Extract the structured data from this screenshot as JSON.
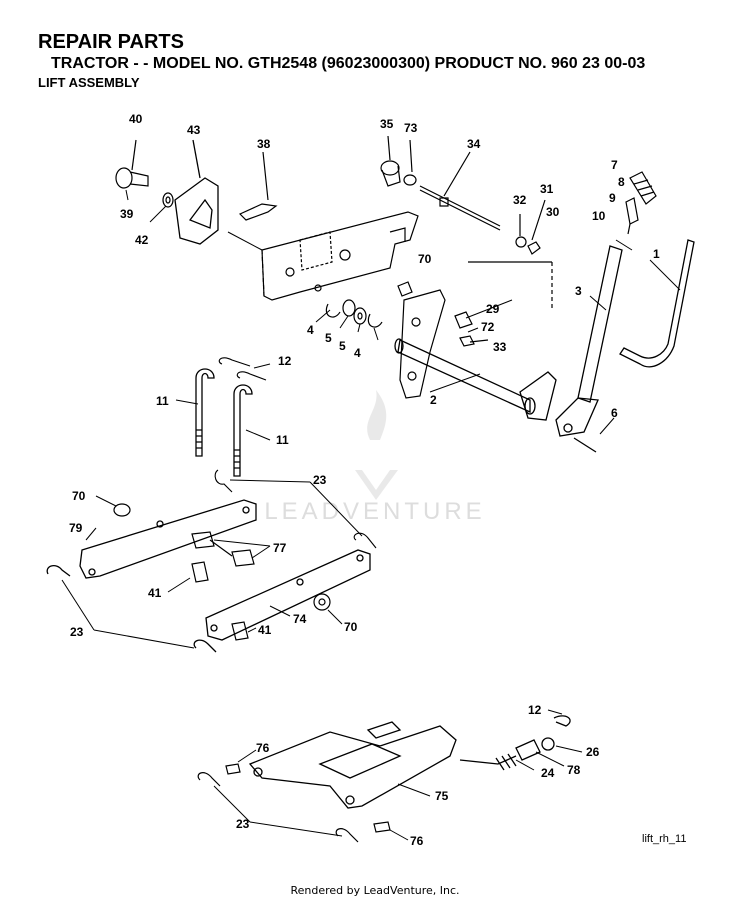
{
  "header": {
    "title": "REPAIR PARTS",
    "subtitle": "TRACTOR - - MODEL NO. GTH2548 (96023000300) PRODUCT NO. 960 23 00-03",
    "section": "LIFT ASSEMBLY"
  },
  "diagram": {
    "watermark": "LEADVENTURE",
    "ref_code": "lift_rh_11",
    "callouts": {
      "c40": "40",
      "c43": "43",
      "c38": "38",
      "c39": "39",
      "c42": "42",
      "c35": "35",
      "c73": "73",
      "c34": "34",
      "c32": "32",
      "c31": "31",
      "c30": "30",
      "c7": "7",
      "c8": "8",
      "c9": "9",
      "c10": "10",
      "c1": "1",
      "c3": "3",
      "c70a": "70",
      "c29": "29",
      "c72": "72",
      "c33": "33",
      "c4a": "4",
      "c5a": "5",
      "c5b": "5",
      "c4b": "4",
      "c2": "2",
      "c6": "6",
      "c12a": "12",
      "c11a": "11",
      "c11b": "11",
      "c23a": "23",
      "c70b": "70",
      "c79": "79",
      "c77": "77",
      "c41a": "41",
      "c41b": "41",
      "c74": "74",
      "c70c": "70",
      "c23b": "23",
      "c12b": "12",
      "c26": "26",
      "c78": "78",
      "c24": "24",
      "c76a": "76",
      "c75": "75",
      "c23c": "23",
      "c76b": "76"
    }
  },
  "footer": {
    "text": "Rendered by LeadVenture, Inc."
  }
}
